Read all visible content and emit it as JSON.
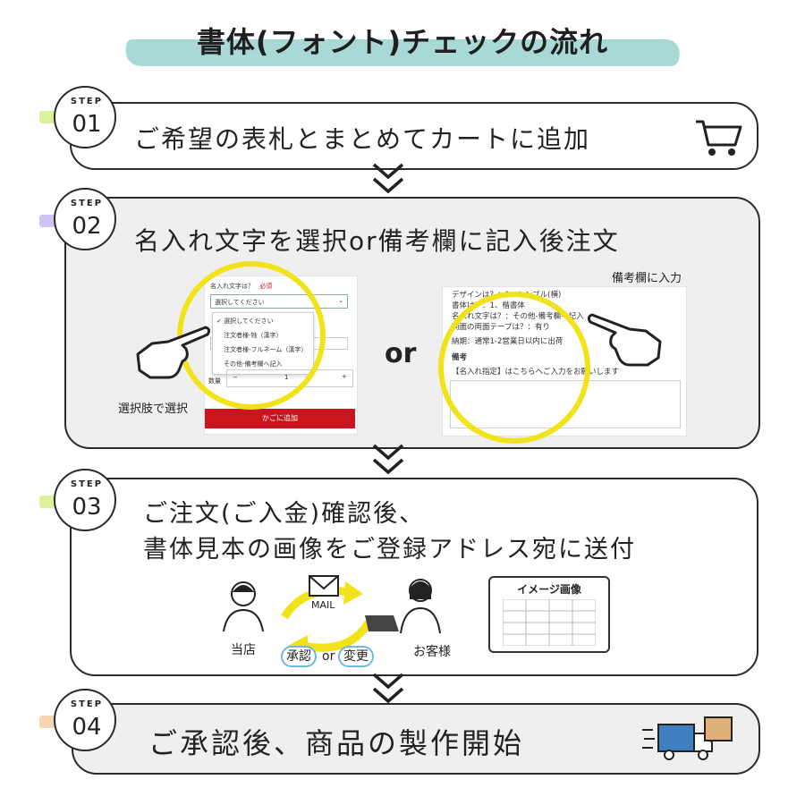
{
  "title": "書体(フォント)チェックの流れ",
  "steps": [
    {
      "label": "STEP",
      "number": "01",
      "text": "ご希望の表札とまとめてカートに追加",
      "icon": "shopping-cart-icon",
      "highlight_color": "#d6ef8a"
    },
    {
      "label": "STEP",
      "number": "02",
      "text": "名入れ文字を選択or備考欄に記入後注文",
      "highlight_color": "#c9b8f0",
      "form": {
        "question": "名入れ文字は？",
        "required": "必須",
        "select_placeholder": "選択してください",
        "options": [
          "選択してください",
          "注文者様-姓（漢字）",
          "注文者様-フルネーム（漢字）",
          "その他-備考欄へ記入"
        ],
        "quantity_label": "数量",
        "quantity_value": "1",
        "minus": "−",
        "plus": "+",
        "cart_button": "かごに追加"
      },
      "select_caption": "選択肢で選択",
      "or": "or",
      "memo_caption": "備考欄に入力",
      "memo": {
        "lines": [
          "デザインは？：1、シンプル(横)",
          "書体は？：1、楷書体",
          "名入れ文字は？：その他-備考欄へ記入",
          "両面の両面テープは？：有り",
          "納期：通常1-2営業日以内に出荷"
        ],
        "remarks_label": "備考",
        "remarks_note": "【名入れ指定】はこちらへご入力をお願いします"
      }
    },
    {
      "label": "STEP",
      "number": "03",
      "line1": "ご注文(ご入金)確認後、",
      "line2": "書体見本の画像をご登録アドレス宛に送付",
      "highlight_color": "#d6ef8a",
      "mail_label": "MAIL",
      "shop_label": "当店",
      "customer_label": "お客様",
      "approve": "承認",
      "or": "or",
      "change": "変更",
      "image_box_title": "イメージ画像"
    },
    {
      "label": "STEP",
      "number": "04",
      "text": "ご承認後、商品の製作開始",
      "icon": "delivery-truck-icon",
      "highlight_color": "#f6cfa6"
    }
  ],
  "colors": {
    "title_band": "#a8d9d6",
    "panel_gray": "#efefef",
    "ring_yellow": "#f2e21a",
    "cart_button": "#c9161e",
    "pill_border": "#6fb8e0"
  }
}
